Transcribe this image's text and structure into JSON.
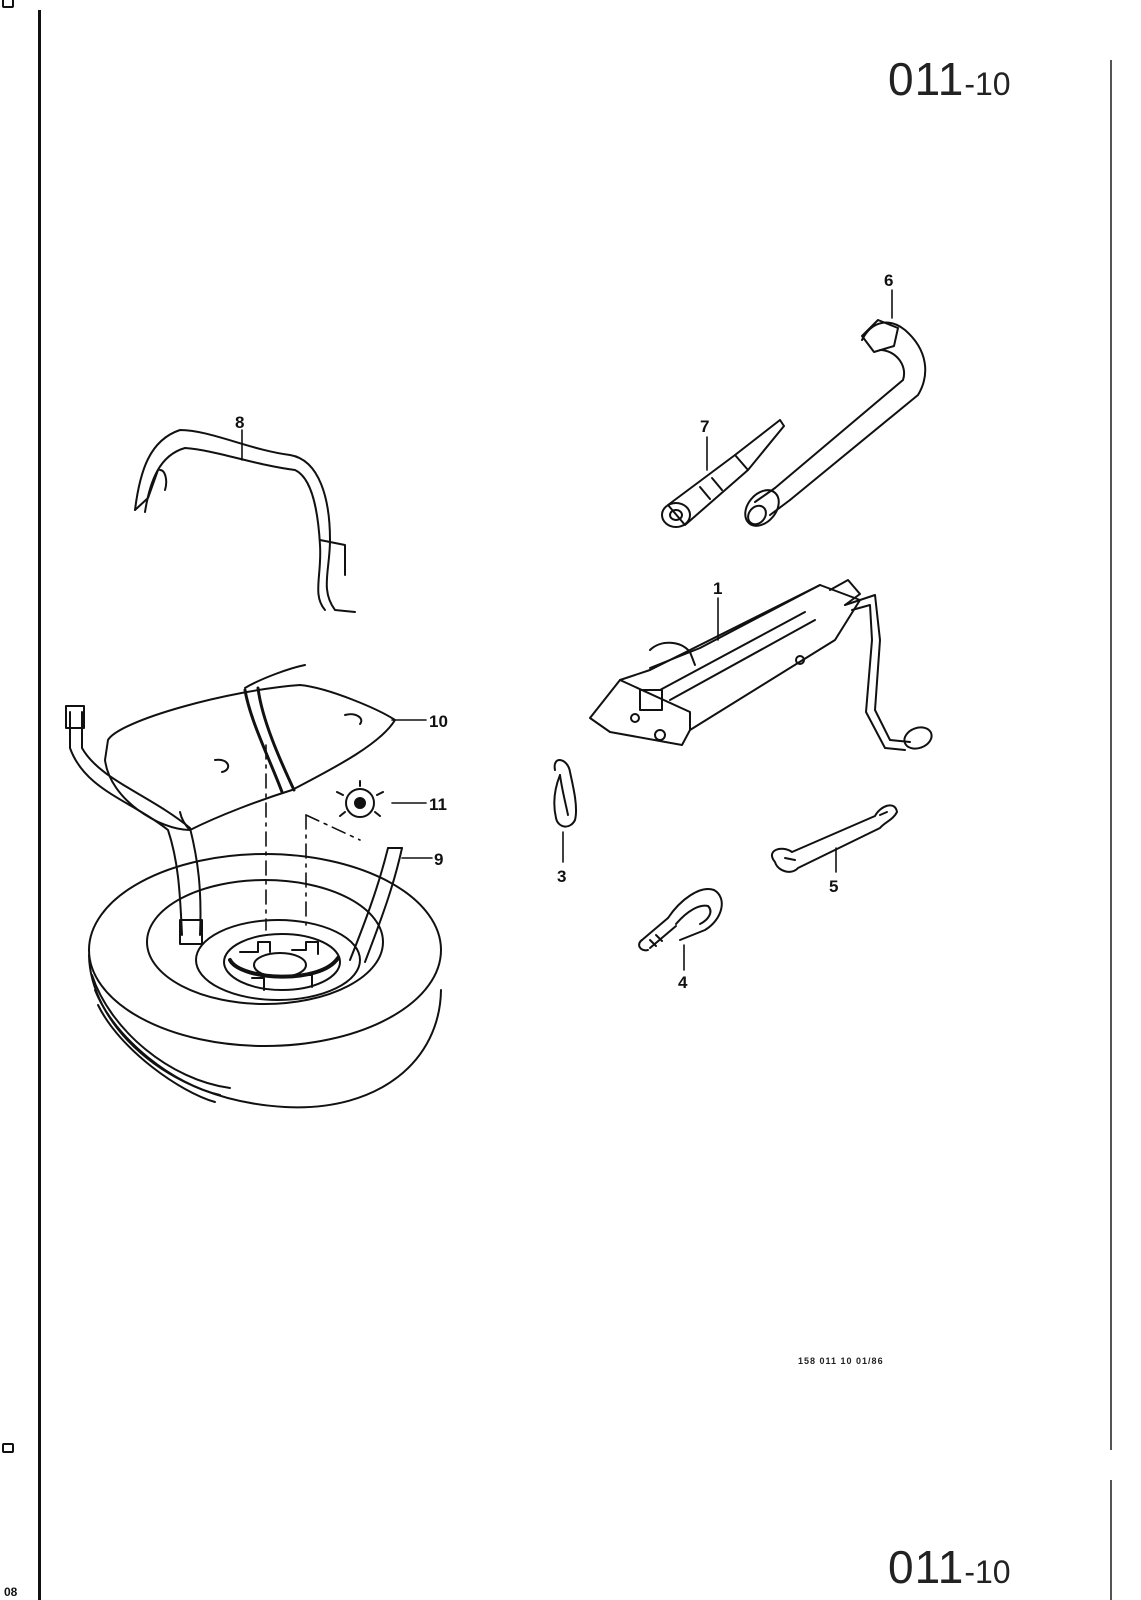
{
  "header": {
    "page_number": "011",
    "page_suffix": "-10"
  },
  "footer": {
    "page_number": "011",
    "page_suffix": "-10",
    "corner_text": "08"
  },
  "catalog_ref": "158  011 10  01/86",
  "callouts": [
    {
      "id": "1",
      "label": "1",
      "part": "jack"
    },
    {
      "id": "3",
      "label": "3",
      "part": "clip"
    },
    {
      "id": "4",
      "label": "4",
      "part": "towing-eye"
    },
    {
      "id": "5",
      "label": "5",
      "part": "open-end-wrench"
    },
    {
      "id": "6",
      "label": "6",
      "part": "wheel-brace"
    },
    {
      "id": "7",
      "label": "7",
      "part": "screwdriver"
    },
    {
      "id": "8",
      "label": "8",
      "part": "strap-bracket"
    },
    {
      "id": "9",
      "label": "9",
      "part": "tensioning-strap"
    },
    {
      "id": "10",
      "label": "10",
      "part": "tool-bag"
    },
    {
      "id": "11",
      "label": "11",
      "part": "wing-nut"
    }
  ],
  "icons": {
    "margin_marks": "square-mark-icon"
  },
  "colors": {
    "ink": "#111111",
    "paper": "#ffffff"
  }
}
